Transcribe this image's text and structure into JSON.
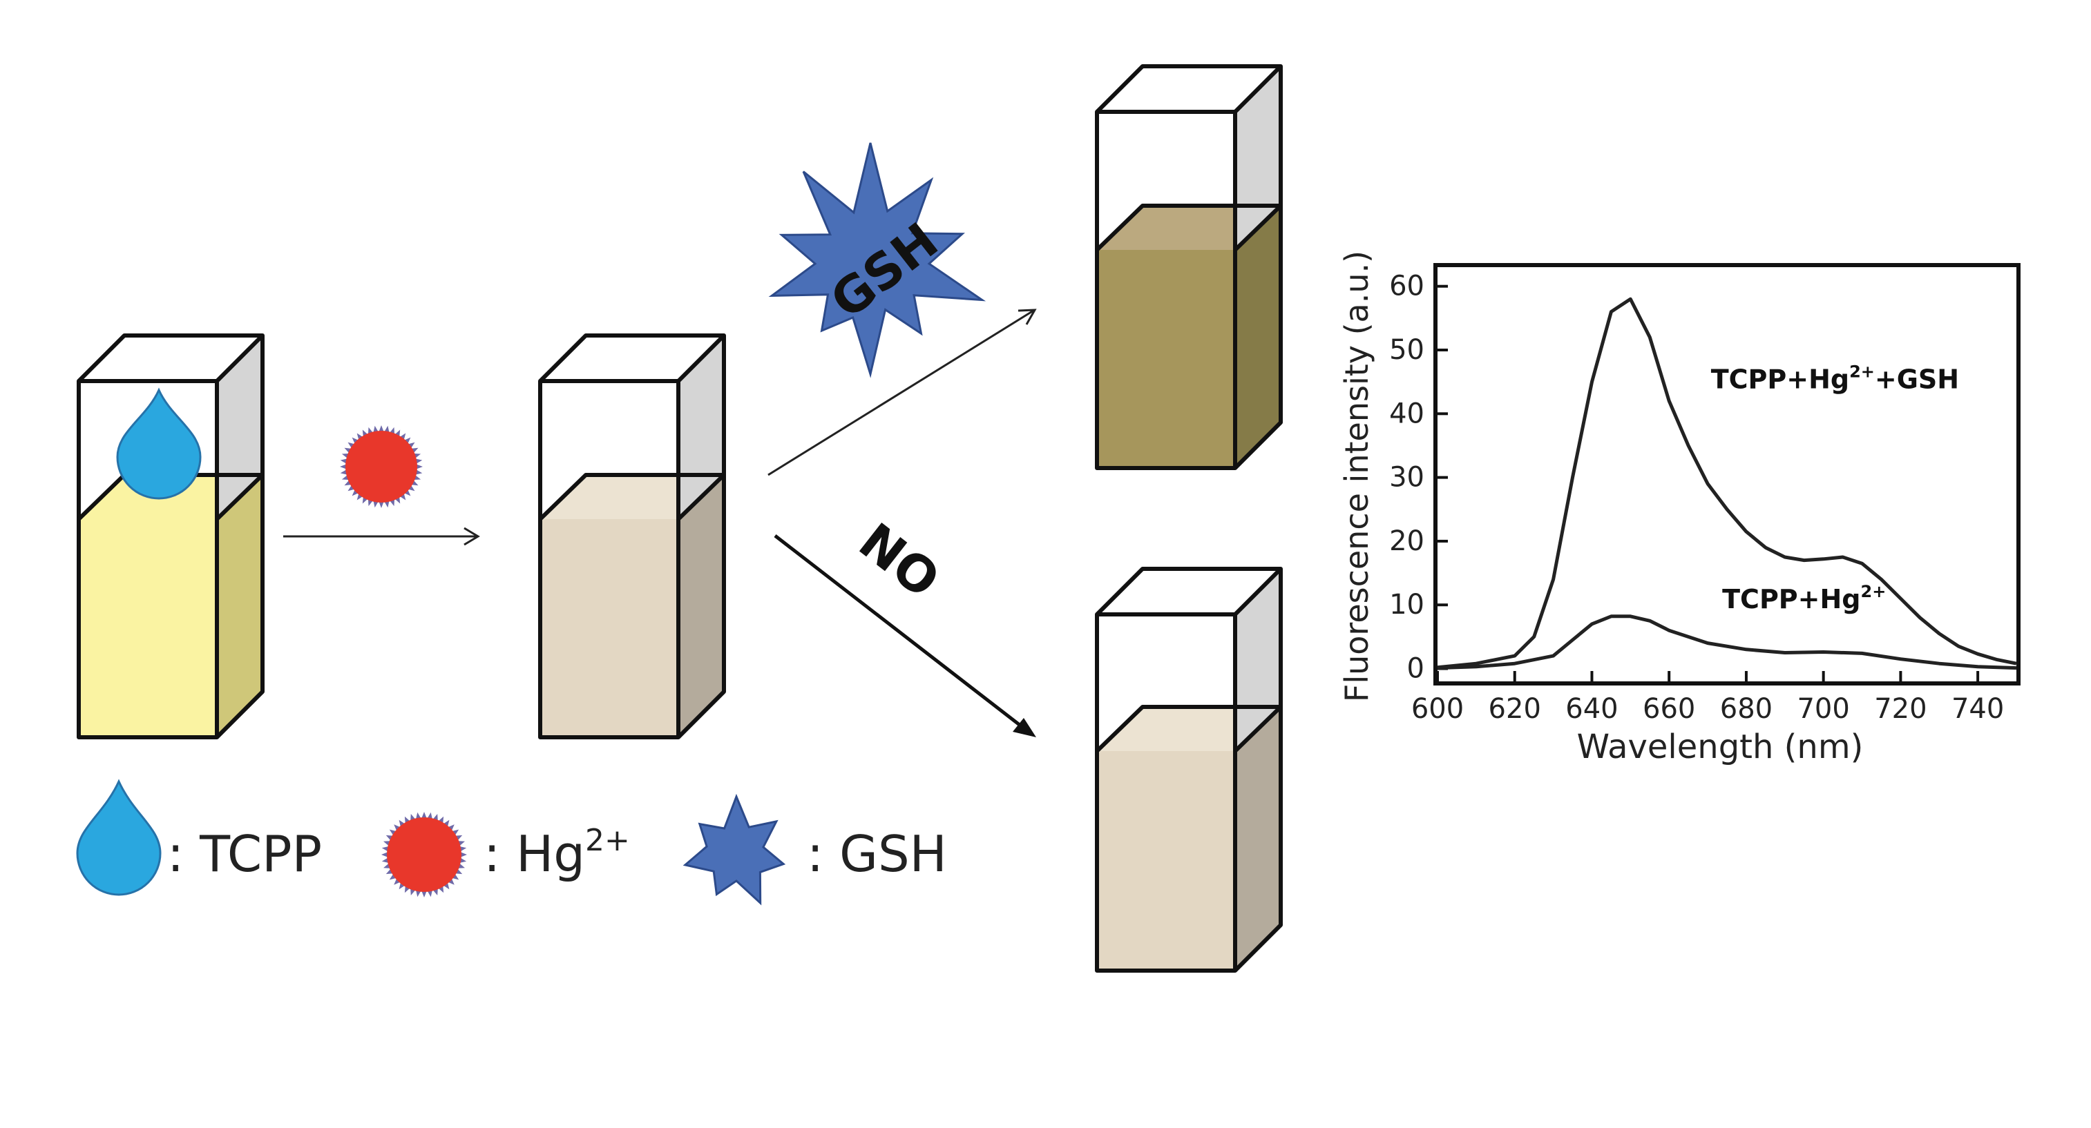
{
  "colors": {
    "tcpp_drop": "#2aa7df",
    "tcpp_drop_stroke": "#2672a9",
    "hg_ion": "#e8372b",
    "hg_ion_rim": "#6f6aa8",
    "gsh_star": "#4a6fb7",
    "gsh_star_stroke": "#2c4a8a",
    "solution_yellow": "#faf3a2",
    "solution_yellow_side": "#cfc779",
    "solution_tan": "#e3d7c3",
    "solution_tan_top": "#ece3d2",
    "solution_tan_side": "#b4ab9c",
    "solution_olive": "#a6965c",
    "solution_olive_top": "#bba97f",
    "solution_olive_side": "#857b48",
    "glass_side": "#d5d5d5",
    "outline": "#111111"
  },
  "labels": {
    "gsh_burst": "GSH",
    "no_reaction": "NO"
  },
  "legend": {
    "tcpp": ": TCPP",
    "hg_prefix": ": Hg",
    "hg_charge": "2+",
    "gsh": ": GSH"
  },
  "chart_data": {
    "type": "line",
    "xlabel": "Wavelength (nm)",
    "ylabel": "Fluorescence intensity (a.u.)",
    "xlim": [
      600,
      750
    ],
    "ylim": [
      -2,
      63
    ],
    "xticks": [
      600,
      620,
      640,
      660,
      680,
      700,
      720,
      740
    ],
    "yticks": [
      0,
      10,
      20,
      30,
      40,
      50,
      60
    ],
    "grid": false,
    "series": [
      {
        "name": "TCPP+Hg²⁺+GSH",
        "x": [
          600,
          610,
          620,
          625,
          630,
          635,
          640,
          645,
          650,
          655,
          660,
          665,
          670,
          675,
          680,
          685,
          690,
          695,
          700,
          705,
          710,
          715,
          720,
          725,
          730,
          735,
          740,
          745,
          750
        ],
        "y": [
          0.2,
          0.8,
          2.0,
          5.0,
          14,
          30,
          45,
          56,
          58,
          52,
          42,
          35,
          29,
          25,
          21.5,
          19,
          17.5,
          17,
          17.2,
          17.5,
          16.5,
          14,
          11,
          8,
          5.5,
          3.5,
          2.3,
          1.4,
          0.8
        ]
      },
      {
        "name": "TCPP+Hg²⁺",
        "x": [
          600,
          610,
          620,
          630,
          635,
          640,
          645,
          650,
          655,
          660,
          670,
          680,
          690,
          700,
          710,
          720,
          730,
          740,
          750
        ],
        "y": [
          0.1,
          0.3,
          0.8,
          2.0,
          4.5,
          7.0,
          8.2,
          8.2,
          7.5,
          6.0,
          4.0,
          3.0,
          2.5,
          2.6,
          2.4,
          1.5,
          0.8,
          0.3,
          0.1
        ]
      }
    ],
    "annotations": [
      {
        "text_main": "TCPP+Hg",
        "text_sup": "2+",
        "text_tail": "+GSH",
        "x": 703,
        "y": 44
      },
      {
        "text_main": "TCPP+Hg",
        "text_sup": "2+",
        "text_tail": "",
        "x": 695,
        "y": 9.5
      }
    ]
  }
}
